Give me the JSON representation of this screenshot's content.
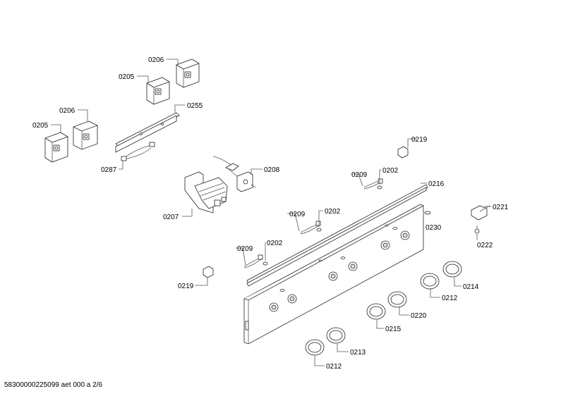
{
  "labels": {
    "l0206a": "0206",
    "l0205a": "0205",
    "l0255": "0255",
    "l0206b": "0206",
    "l0205b": "0205",
    "l0287": "0287",
    "l0219a": "0219",
    "l0208": "0208",
    "l0207": "0207",
    "l0209a": "0209",
    "l0202a": "0202",
    "l0216": "0216",
    "l0209b": "0209",
    "l0202b": "0202",
    "l0230": "0230",
    "l0221": "0221",
    "l0222": "0222",
    "l0209c": "0209",
    "l0202c": "0202",
    "l0219b": "0219",
    "l0214": "0214",
    "l0212a": "0212",
    "l0220": "0220",
    "l0215": "0215",
    "l0213": "0213",
    "l0212b": "0212"
  },
  "footer": {
    "text": "58300000225099 aet 000 a 2/6"
  }
}
